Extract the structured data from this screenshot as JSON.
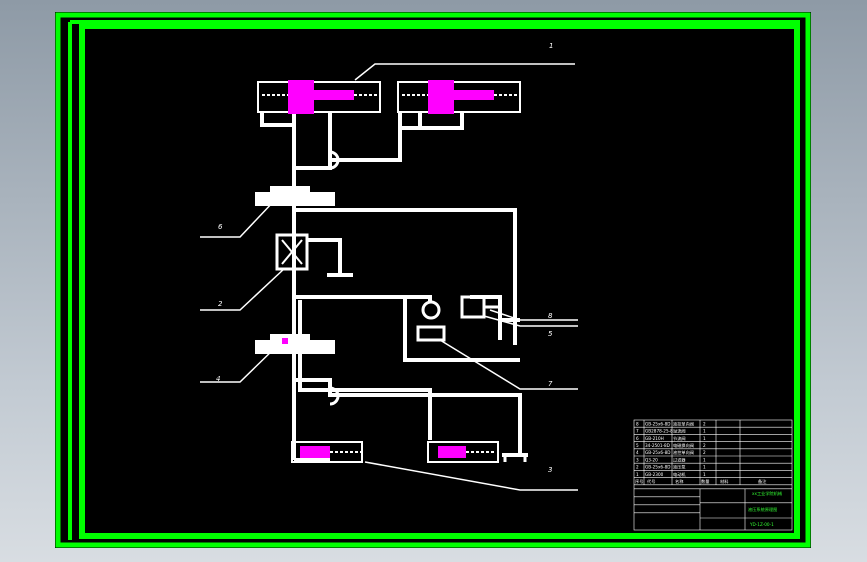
{
  "colors": {
    "border_green": "#00ff00",
    "drawing_bg": "#000000",
    "pipe_white": "#ffffff",
    "valve_magenta": "#ff00ff",
    "title_text_green": "#33ff33"
  },
  "callouts": {
    "c1": "1",
    "c2": "2",
    "c3": "3",
    "c4": "4",
    "c5": "5",
    "c6": "6",
    "c7": "7",
    "c8": "8"
  },
  "title_block": {
    "parts": [
      {
        "no": "8",
        "code": "GB-25x6-8D",
        "name": "液控单向阀",
        "qty": "2"
      },
      {
        "no": "7",
        "code": "GB2878-25-8",
        "name": "溢流阀",
        "qty": "1"
      },
      {
        "no": "6",
        "code": "GB-210H",
        "name": "节流阀",
        "qty": "1"
      },
      {
        "no": "5",
        "code": "34-2501-8D",
        "name": "电磁换向阀",
        "qty": "2"
      },
      {
        "no": "4",
        "code": "GB-25x6-8D",
        "name": "液控单向阀",
        "qty": "2"
      },
      {
        "no": "3",
        "code": "Q3-20",
        "name": "过滤器",
        "qty": "1"
      },
      {
        "no": "2",
        "code": "GB-25x6-8D",
        "name": "液压泵",
        "qty": "1"
      },
      {
        "no": "1",
        "code": "GB-2300",
        "name": "电动机",
        "qty": "1"
      }
    ],
    "header": {
      "no": "序号",
      "code": "代号",
      "name": "名称",
      "qty": "数量",
      "material": "材料",
      "note": "备注"
    },
    "school": "xx工业学院机械",
    "drawing_title": "液压系统原理图",
    "drawing_no": "YD-1Z-00-1"
  }
}
